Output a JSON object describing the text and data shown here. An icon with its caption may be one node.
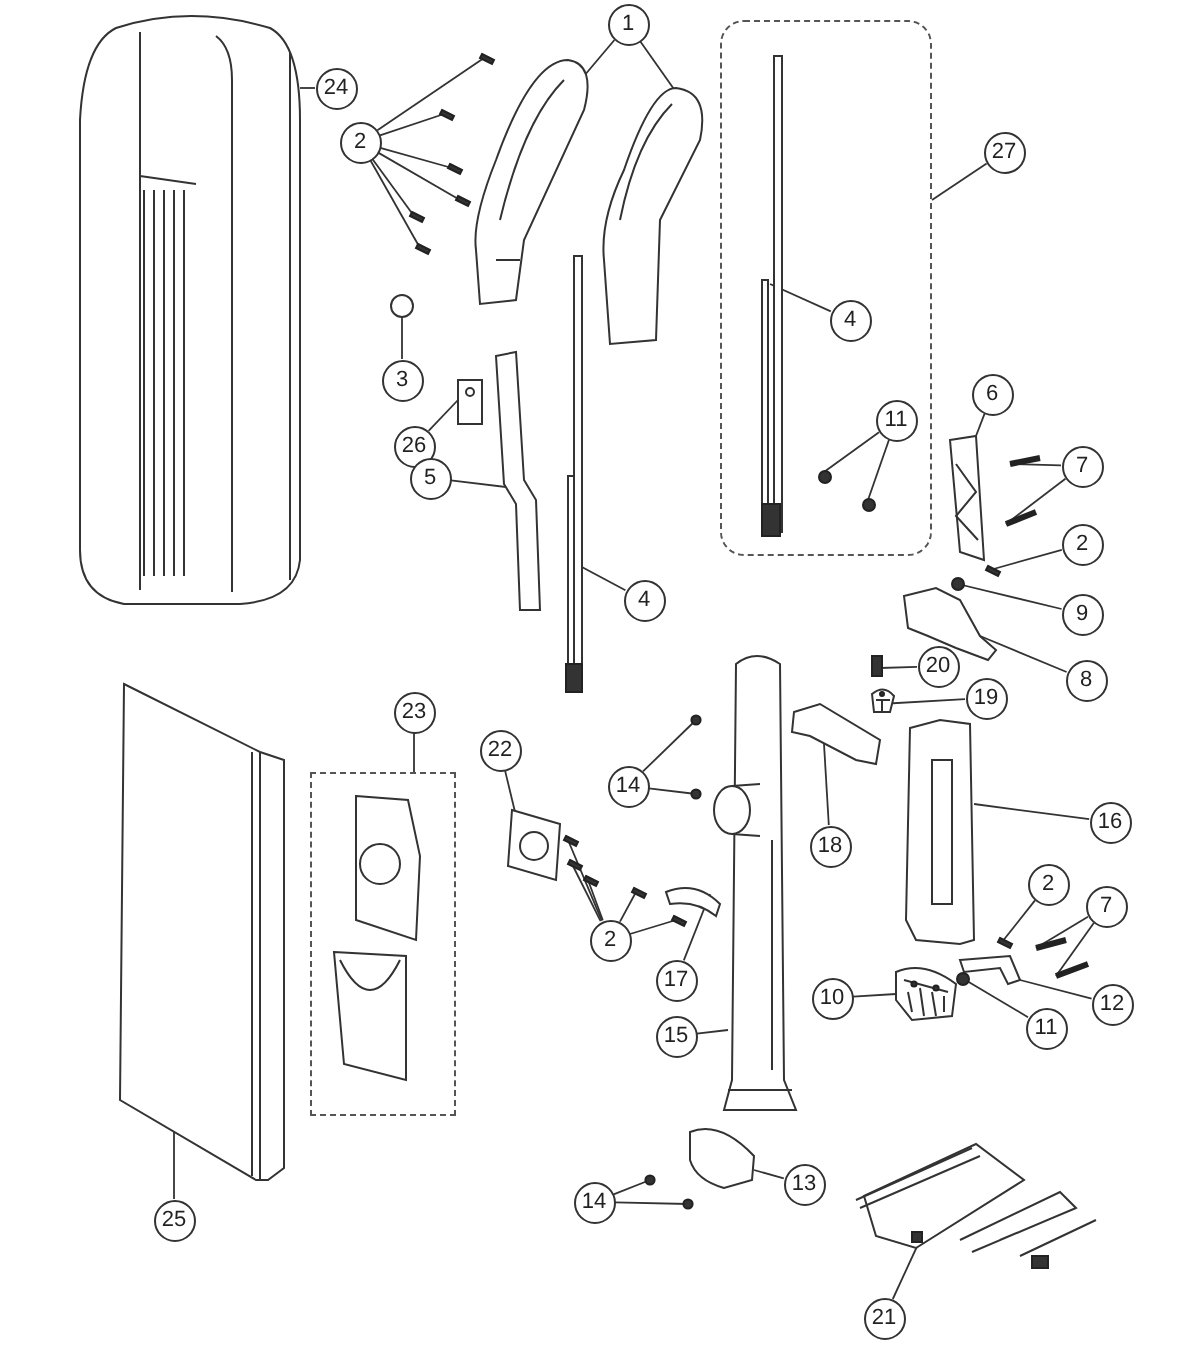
{
  "diagram": {
    "nodes": [
      {
        "text": [
          "1"
        ]
      },
      {
        "text": [
          "24"
        ]
      },
      {
        "text": [],
        "shape": "box"
      },
      {
        "text": [
          "27"
        ]
      },
      {
        "text": [
          "2"
        ]
      },
      {
        "text": [
          "4"
        ],
        "in": 2
      },
      {
        "text": [
          "3"
        ]
      },
      {
        "text": [
          "6"
        ]
      },
      {
        "text": [
          "11"
        ],
        "in": 2
      },
      {
        "text": [
          "26"
        ]
      },
      {
        "text": [
          "7"
        ]
      },
      {
        "text": [
          "5"
        ]
      },
      {
        "text": [
          "2"
        ]
      },
      {
        "text": [
          "4"
        ]
      },
      {
        "text": [
          "9"
        ]
      },
      {
        "text": [
          "20"
        ]
      },
      {
        "text": [
          "8"
        ]
      },
      {
        "text": [
          "19"
        ]
      },
      {
        "text": [
          "23"
        ]
      },
      {
        "text": [
          "22"
        ]
      },
      {
        "text": [],
        "shape": "box"
      },
      {
        "text": [
          "14"
        ]
      },
      {
        "text": [
          "16"
        ]
      },
      {
        "text": [
          "18"
        ]
      },
      {
        "text": [
          "2"
        ]
      },
      {
        "text": [
          "7"
        ]
      },
      {
        "text": [
          "2"
        ]
      },
      {
        "text": [
          "17"
        ]
      },
      {
        "text": [
          "10"
        ]
      },
      {
        "text": [
          "12"
        ]
      },
      {
        "text": [
          "11"
        ]
      },
      {
        "text": [
          "15"
        ]
      },
      {
        "text": [
          "13"
        ]
      },
      {
        "text": [
          "14"
        ]
      },
      {
        "text": [
          "25"
        ]
      },
      {
        "text": [
          "21"
        ]
      },
      {
        "text": [],
        "shape": "picture"
      },
      {
        "text": [],
        "shape": "picture"
      },
      {
        "text": [],
        "shape": "picture"
      },
      {
        "text": [],
        "shape": "bar"
      },
      {
        "text": [],
        "shape": "bar"
      },
      {
        "text": [],
        "shape": "bar"
      },
      {
        "text": [],
        "shape": "bar"
      },
      {
        "text": [],
        "shape": "bar"
      },
      {
        "text": [],
        "shape": "bar"
      },
      {
        "text": [],
        "shape": "picture",
        "in": 2
      },
      {
        "text": [],
        "shape": "circle"
      },
      {
        "text": [],
        "shape": "picture"
      },
      {
        "text": [],
        "shape": "circle",
        "in": 2
      },
      {
        "text": [],
        "shape": "circle",
        "in": 2
      },
      {
        "text": [],
        "shape": "picture"
      },
      {
        "text": [],
        "shape": "bar"
      },
      {
        "text": [],
        "shape": "bar"
      },
      {
        "text": [],
        "shape": "picture"
      },
      {
        "text": [],
        "shape": "bar"
      },
      {
        "text": [],
        "shape": "picture"
      },
      {
        "text": [],
        "shape": "circle"
      },
      {
        "text": [],
        "shape": "bar"
      },
      {
        "text": [],
        "shape": "picture"
      },
      {
        "text": [],
        "shape": "picture"
      },
      {
        "text": [],
        "shape": "picture"
      },
      {
        "text": [],
        "shape": "circle"
      },
      {
        "text": [],
        "shape": "circle"
      },
      {
        "text": [],
        "shape": "picture"
      },
      {
        "text": [],
        "shape": "picture"
      },
      {
        "text": [],
        "shape": "bar"
      },
      {
        "text": [],
        "shape": "bar"
      },
      {
        "text": [],
        "shape": "bar"
      },
      {
        "text": [],
        "shape": "bar"
      },
      {
        "text": [],
        "shape": "bar"
      },
      {
        "text": [],
        "shape": "bar"
      },
      {
        "text": [],
        "shape": "bar"
      },
      {
        "text": [],
        "shape": "bar"
      },
      {
        "text": [],
        "shape": "picture"
      },
      {
        "text": [],
        "shape": "picture"
      },
      {
        "text": [],
        "shape": "picture"
      },
      {
        "text": [],
        "shape": "circle"
      },
      {
        "text": [],
        "shape": "picture"
      },
      {
        "text": [],
        "shape": "picture"
      },
      {
        "text": [],
        "shape": "circle"
      },
      {
        "text": [],
        "shape": "circle"
      },
      {
        "text": [],
        "shape": "picture"
      },
      {
        "text": [],
        "shape": "picture"
      }
    ],
    "edges": [
      {
        "from": 0,
        "to": 36,
        "arrow": "none"
      },
      {
        "from": 0,
        "to": 37,
        "arrow": "none"
      },
      {
        "from": 1,
        "to": 38,
        "arrow": "none"
      },
      {
        "from": 3,
        "to": 2,
        "arrow": "none"
      },
      {
        "from": 4,
        "to": 39,
        "arrow": "none"
      },
      {
        "from": 4,
        "to": 40,
        "arrow": "none"
      },
      {
        "from": 4,
        "to": 41,
        "arrow": "none"
      },
      {
        "from": 4,
        "to": 42,
        "arrow": "none"
      },
      {
        "from": 4,
        "to": 43,
        "arrow": "none"
      },
      {
        "from": 4,
        "to": 44,
        "arrow": "none"
      },
      {
        "from": 5,
        "to": 45,
        "arrow": "none"
      },
      {
        "from": 6,
        "to": 46,
        "arrow": "none"
      },
      {
        "from": 7,
        "to": 47,
        "arrow": "none"
      },
      {
        "from": 8,
        "to": 48,
        "arrow": "none"
      },
      {
        "from": 8,
        "to": 49,
        "arrow": "none"
      },
      {
        "from": 9,
        "to": 50,
        "arrow": "none"
      },
      {
        "from": 10,
        "to": 51,
        "arrow": "none"
      },
      {
        "from": 10,
        "to": 52,
        "arrow": "none"
      },
      {
        "from": 11,
        "to": 53,
        "arrow": "none"
      },
      {
        "from": 12,
        "to": 54,
        "arrow": "none"
      },
      {
        "from": 13,
        "to": 55,
        "arrow": "none"
      },
      {
        "from": 14,
        "to": 56,
        "arrow": "none"
      },
      {
        "from": 15,
        "to": 57,
        "arrow": "none"
      },
      {
        "from": 16,
        "to": 58,
        "arrow": "none"
      },
      {
        "from": 17,
        "to": 59,
        "arrow": "none"
      },
      {
        "from": 18,
        "to": 20,
        "arrow": "none"
      },
      {
        "from": 19,
        "to": 60,
        "arrow": "none"
      },
      {
        "from": 21,
        "to": 61,
        "arrow": "none"
      },
      {
        "from": 21,
        "to": 62,
        "arrow": "none"
      },
      {
        "from": 22,
        "to": 63,
        "arrow": "none"
      },
      {
        "from": 23,
        "to": 64,
        "arrow": "none"
      },
      {
        "from": 24,
        "to": 65,
        "arrow": "none"
      },
      {
        "from": 25,
        "to": 66,
        "arrow": "none"
      },
      {
        "from": 25,
        "to": 67,
        "arrow": "none"
      },
      {
        "from": 26,
        "to": 68,
        "arrow": "none"
      },
      {
        "from": 26,
        "to": 69,
        "arrow": "none"
      },
      {
        "from": 26,
        "to": 70,
        "arrow": "none"
      },
      {
        "from": 26,
        "to": 71,
        "arrow": "none"
      },
      {
        "from": 26,
        "to": 72,
        "arrow": "none"
      },
      {
        "from": 27,
        "to": 73,
        "arrow": "none"
      },
      {
        "from": 28,
        "to": 74,
        "arrow": "none"
      },
      {
        "from": 29,
        "to": 75,
        "arrow": "none"
      },
      {
        "from": 30,
        "to": 76,
        "arrow": "none"
      },
      {
        "from": 31,
        "to": 77,
        "arrow": "none"
      },
      {
        "from": 32,
        "to": 78,
        "arrow": "none"
      },
      {
        "from": 33,
        "to": 79,
        "arrow": "none"
      },
      {
        "from": 33,
        "to": 80,
        "arrow": "none"
      },
      {
        "from": 34,
        "to": 81,
        "arrow": "none"
      },
      {
        "from": 35,
        "to": 82,
        "arrow": "none"
      }
    ]
  }
}
